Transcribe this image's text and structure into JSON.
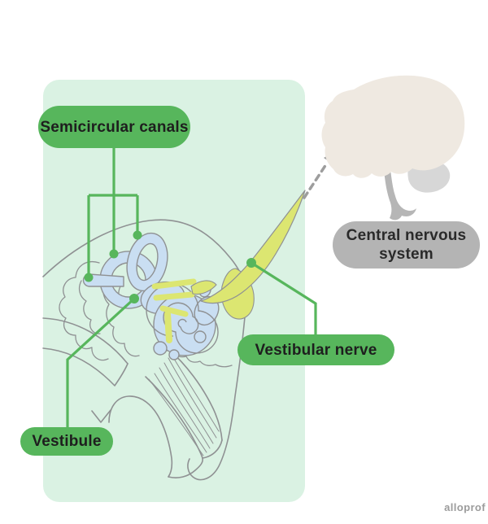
{
  "watermark": "alloprof",
  "diagram": {
    "subject": "Vestibular system of the inner ear",
    "labels": {
      "semicircular_canals": "Semicircular canals",
      "vestibule": "Vestibule",
      "vestibular_nerve": "Vestibular nerve",
      "central_nervous_system": "Central nervous system"
    },
    "colors": {
      "background": "#ffffff",
      "panel_green": "#daf2e3",
      "pill_green": "#57b65c",
      "pill_gray": "#b4b4b4",
      "connector_green": "#57b65c",
      "inner_ear_blue": "#c9def2",
      "nerve_yellow": "#dce671",
      "outline_gray": "#8f9193",
      "brain_cream": "#efe9e1",
      "brainstem_gray": "#b6b6b6",
      "cerebellum_gray": "#d7d7d7",
      "arrow_gray": "#9d9d9d",
      "label_text": "#1e1e1e"
    }
  }
}
